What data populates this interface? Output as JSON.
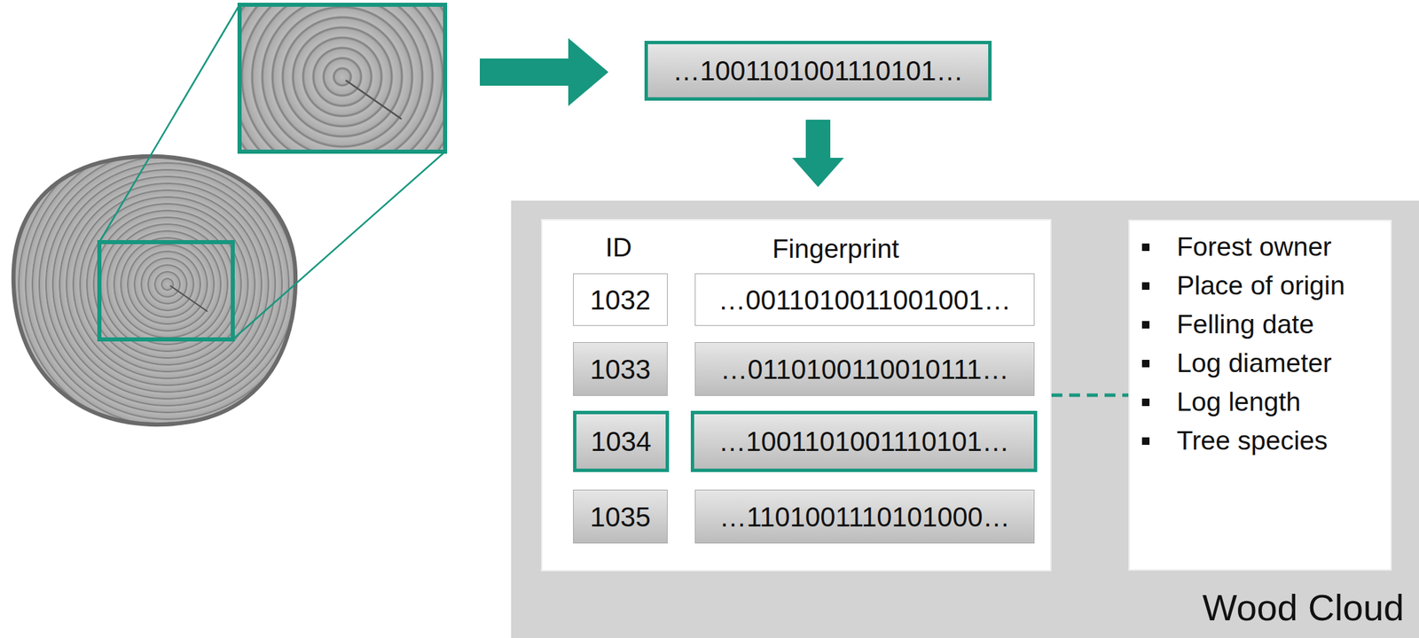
{
  "diagram": {
    "nodes": [
      {
        "text": [
          "…1001101001110101…"
        ]
      },
      {
        "text": [
          "Wood Cloud"
        ]
      },
      {
        "text": [
          "ID",
          "Fingerprint"
        ],
        "in": 1
      },
      {
        "text": [
          "1032"
        ],
        "in": 2
      },
      {
        "text": [
          "…0011010011001001…"
        ],
        "in": 2
      },
      {
        "text": [
          "1033"
        ],
        "in": 2
      },
      {
        "text": [
          "…0110100110010111…"
        ],
        "in": 2
      },
      {
        "text": [
          "1034"
        ],
        "in": 2
      },
      {
        "text": [
          "…1001101001110101…"
        ],
        "in": 2
      },
      {
        "text": [
          "1035"
        ],
        "in": 2
      },
      {
        "text": [
          "…1101001110101000…"
        ],
        "in": 2
      },
      {
        "text": [
          "Forest owner",
          "Place of origin",
          "Felling date",
          "Log diameter",
          "Log length",
          "Tree species"
        ],
        "in": 1
      }
    ],
    "edges": [
      {
        "from": 0,
        "to": 1,
        "arrow": "to"
      },
      {
        "from": 2,
        "to": 11,
        "arrow": "none"
      }
    ]
  }
}
